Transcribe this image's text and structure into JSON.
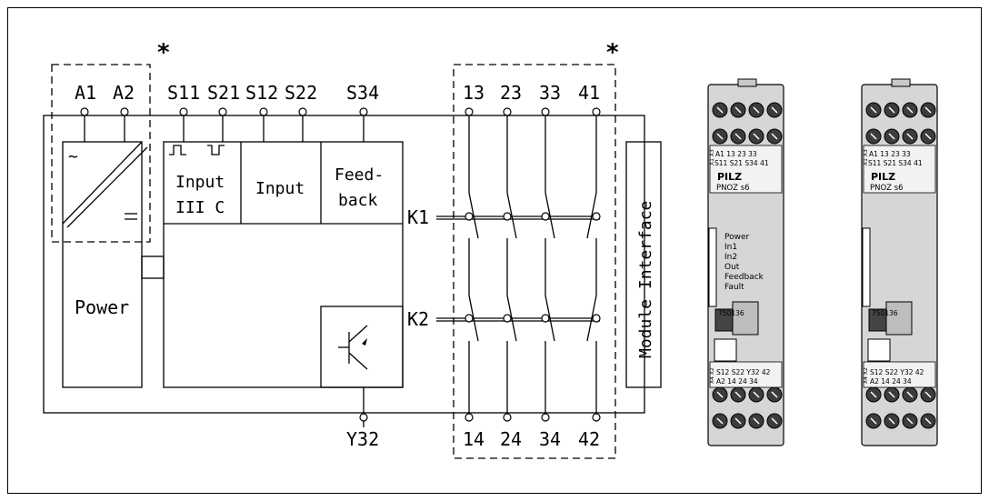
{
  "figure": {
    "asterisk_left": "*",
    "asterisk_right": "*",
    "supply_terminals": [
      "A1",
      "A2"
    ],
    "input_terminals": [
      "S11",
      "S21",
      "S12",
      "S22",
      "S34"
    ],
    "contact_top_terminals": [
      "13",
      "23",
      "33",
      "41"
    ],
    "contact_bottom_terminals": [
      "14",
      "24",
      "34",
      "42"
    ],
    "output_terminal": "Y32",
    "relays": [
      "K1",
      "K2"
    ],
    "blocks": {
      "power": "Power",
      "input1_line1": "Input",
      "input1_line2": "III C",
      "input2": "Input",
      "feedback_line1": "Feed-",
      "feedback_line2": "back",
      "module_interface": "Module Interface"
    }
  },
  "devices": [
    {
      "brand": "PILZ",
      "model": "PNOZ s6",
      "code": "750136",
      "top_row1": "A1  13  23  33",
      "top_row2": "S11 S21 S34 41",
      "bottom_row1": "S12 S22 Y32 42",
      "bottom_row2": "A2  14  24  34",
      "side_top": "X1 X3",
      "side_bottom": "X4 X2",
      "leds": [
        "Power",
        "In1",
        "In2",
        "Out",
        "Feedback",
        "Fault"
      ]
    },
    {
      "brand": "PILZ",
      "model": "PNOZ s6",
      "code": "750136",
      "top_row1": "A1  13  23  33",
      "top_row2": "S11 S21 S34 41",
      "bottom_row1": "S12 S22 Y32 42",
      "bottom_row2": "A2  14  24  34",
      "side_top": "X1 X3",
      "side_bottom": "X4 X2",
      "leds": []
    }
  ]
}
